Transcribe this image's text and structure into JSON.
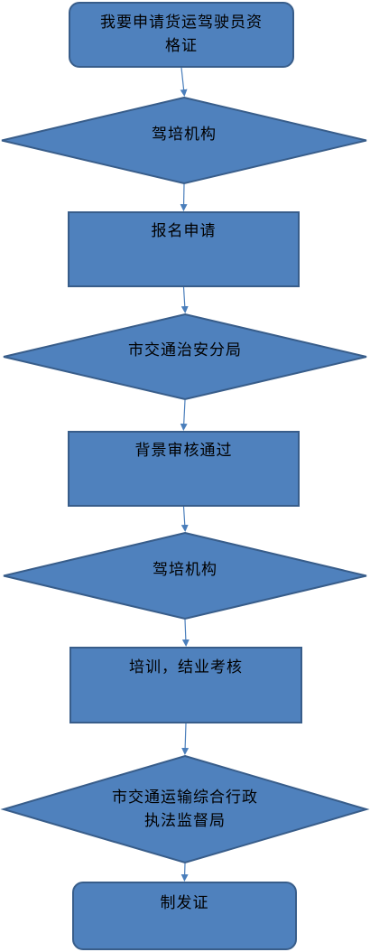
{
  "colors": {
    "fill": "#4f81bd",
    "stroke": "#385d8a",
    "connector": "#4a7ebb",
    "text": "#000000"
  },
  "nodes": [
    {
      "id": "start-application",
      "shape": "rounded-rect",
      "label": "我要申请货运驾驶员资\n格证"
    },
    {
      "id": "driving-school-1",
      "shape": "diamond",
      "label": "驾培机构"
    },
    {
      "id": "register-apply",
      "shape": "rect",
      "label": "报名申请"
    },
    {
      "id": "public-security",
      "shape": "diamond",
      "label": "市交通治安分局"
    },
    {
      "id": "background-check",
      "shape": "rect",
      "label": "背景审核通过"
    },
    {
      "id": "driving-school-2",
      "shape": "diamond",
      "label": "驾培机构"
    },
    {
      "id": "training-exam",
      "shape": "rect",
      "label": "培训，结业考核"
    },
    {
      "id": "enforcement-bureau",
      "shape": "diamond",
      "label": "市交通运输综合行政\n执法监督局"
    },
    {
      "id": "issue-certificate",
      "shape": "rounded-rect",
      "label": "制发证"
    }
  ],
  "edges": [
    {
      "from": "start-application",
      "to": "driving-school-1"
    },
    {
      "from": "driving-school-1",
      "to": "register-apply"
    },
    {
      "from": "register-apply",
      "to": "public-security"
    },
    {
      "from": "public-security",
      "to": "background-check"
    },
    {
      "from": "background-check",
      "to": "driving-school-2"
    },
    {
      "from": "driving-school-2",
      "to": "training-exam"
    },
    {
      "from": "training-exam",
      "to": "enforcement-bureau"
    },
    {
      "from": "enforcement-bureau",
      "to": "issue-certificate"
    }
  ]
}
